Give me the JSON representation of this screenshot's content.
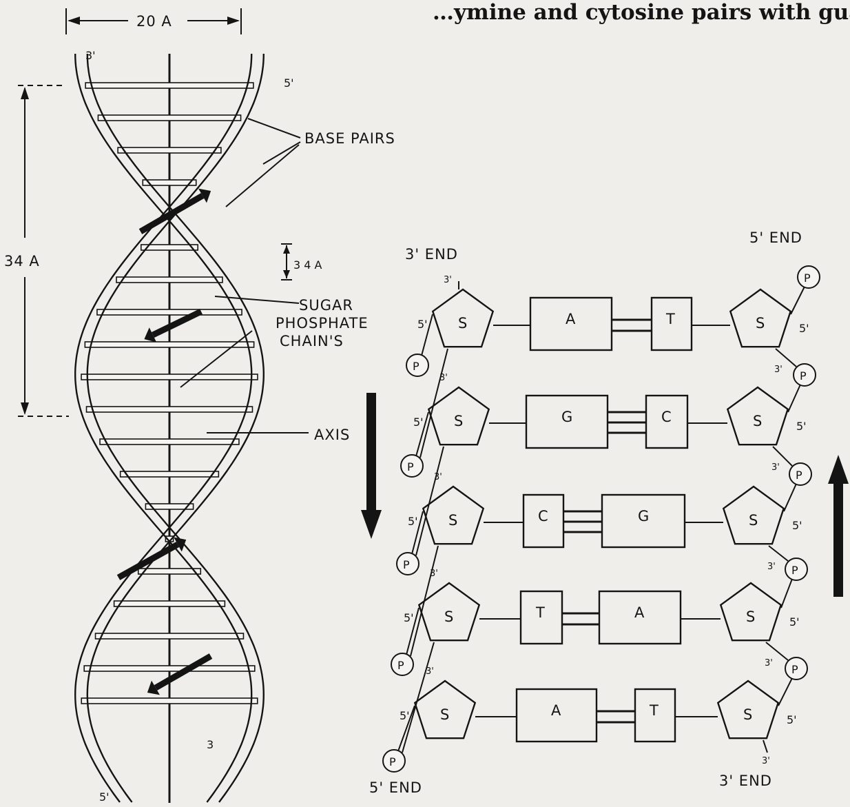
{
  "caption_fragment": "…ymine and cytosine pairs with guanine.",
  "helix": {
    "width_label": "20 A",
    "pitch_label": "34 A",
    "rise_label": "3 4 A",
    "end_top_left": "3'",
    "end_top_right": "5'",
    "end_bottom_right": "3",
    "end_bottom_left": "5'",
    "labels": {
      "base_pairs": "BASE PAIRS",
      "sugar": "SUGAR",
      "phosphate": "PHOSPHATE",
      "chains": "CHAIN'S",
      "axis": "AXIS"
    }
  },
  "ladder": {
    "left_top_end": "3' END",
    "right_top_end": "5' END",
    "left_bottom_end": "5' END",
    "right_bottom_end": "3' END",
    "sugar_label": "S",
    "phosphate_label": "P",
    "prime3": "3'",
    "prime5": "5'",
    "pairs": [
      {
        "left": "A",
        "right": "T",
        "bonds": 2
      },
      {
        "left": "G",
        "right": "C",
        "bonds": 3
      },
      {
        "left": "C",
        "right": "G",
        "bonds": 3
      },
      {
        "left": "T",
        "right": "A",
        "bonds": 2
      },
      {
        "left": "A",
        "right": "T",
        "bonds": 2
      }
    ]
  }
}
